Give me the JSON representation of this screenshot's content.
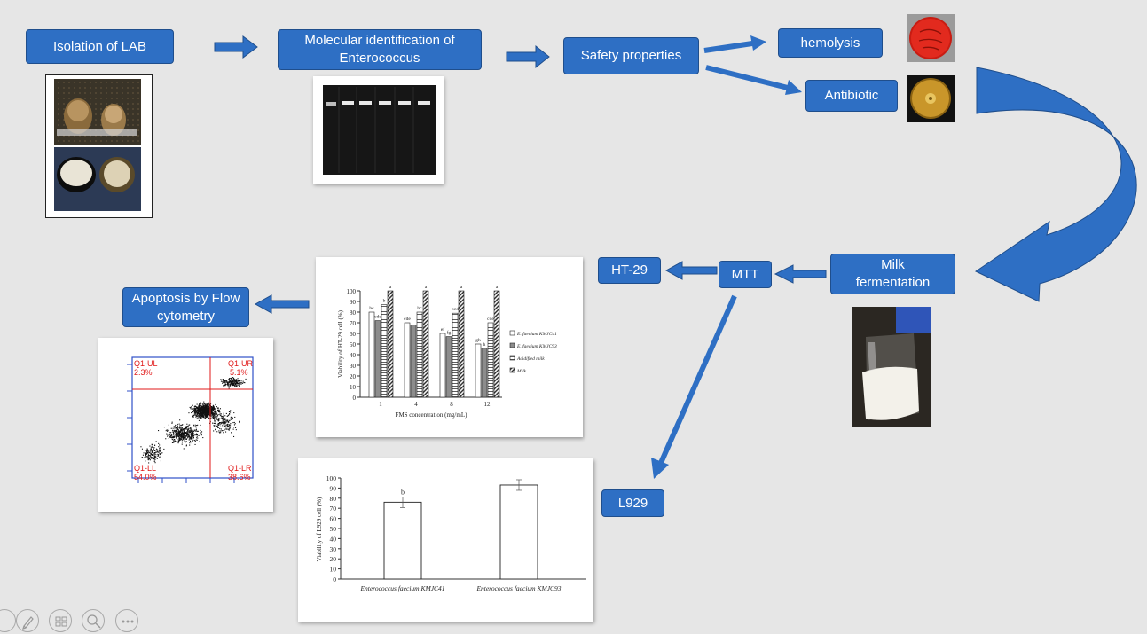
{
  "boxes": {
    "isolation": "Isolation of LAB",
    "molecular": "Molecular identification of Enterococcus",
    "safety": "Safety properties",
    "hemolysis": "hemolysis",
    "antibiotic": "Antibiotic",
    "milk": "Milk fermentation",
    "mtt": "MTT",
    "ht29": "HT-29",
    "l929": "L929",
    "apoptosis": "Apoptosis by Flow cytometry"
  },
  "colors": {
    "box_fill": "#2e6fc4",
    "box_border": "#1f4e8c",
    "arrow": "#2e6fc4",
    "background": "#e6e6e6"
  },
  "flow": {
    "quadrants": {
      "ul": "Q1-UL",
      "ur": "Q1-UR",
      "ll": "Q1-LL",
      "lr": "Q1-LR"
    },
    "values": {
      "ul": "2.3%",
      "ur": "5.1%",
      "ll": "54.0%",
      "lr": "38.6%"
    }
  },
  "chart_data": [
    {
      "type": "bar",
      "title": "",
      "xlabel": "FMS concentration (mg/mL)",
      "ylabel": "Viability of HT-29 cell (%)",
      "ylim": [
        0,
        100
      ],
      "categories": [
        "1",
        "4",
        "8",
        "12"
      ],
      "yticks": [
        "0",
        "10",
        "20",
        "30",
        "40",
        "50",
        "60",
        "70",
        "80",
        "90",
        "100"
      ],
      "series": [
        {
          "name": "E. faecium KMJC41",
          "values": [
            80,
            70,
            60,
            50
          ],
          "labels": [
            "bc",
            "cde",
            "ef",
            "gh"
          ]
        },
        {
          "name": "E. faecium KMJC93",
          "values": [
            72,
            68,
            57,
            46
          ],
          "labels": [
            "cde",
            "",
            "fg",
            "h"
          ]
        },
        {
          "name": "Acidified milk",
          "values": [
            87,
            80,
            79,
            70
          ],
          "labels": [
            "b",
            "bc",
            "bcd",
            "cde"
          ]
        },
        {
          "name": "Milk",
          "values": [
            100,
            100,
            100,
            100
          ],
          "labels": [
            "a",
            "a",
            "a",
            "a"
          ]
        }
      ],
      "legend": "right"
    },
    {
      "type": "bar",
      "title": "",
      "xlabel": "",
      "ylabel": "Viability of L929 cell (%)",
      "ylim": [
        0,
        100
      ],
      "yticks": [
        "0",
        "10",
        "20",
        "30",
        "40",
        "50",
        "60",
        "70",
        "80",
        "90",
        "100"
      ],
      "categories": [
        "Enterococcus faecium KMJC41",
        "Enterococcus faecium KMJC93"
      ],
      "values": [
        76,
        93
      ],
      "labels": [
        "b",
        ""
      ]
    }
  ]
}
